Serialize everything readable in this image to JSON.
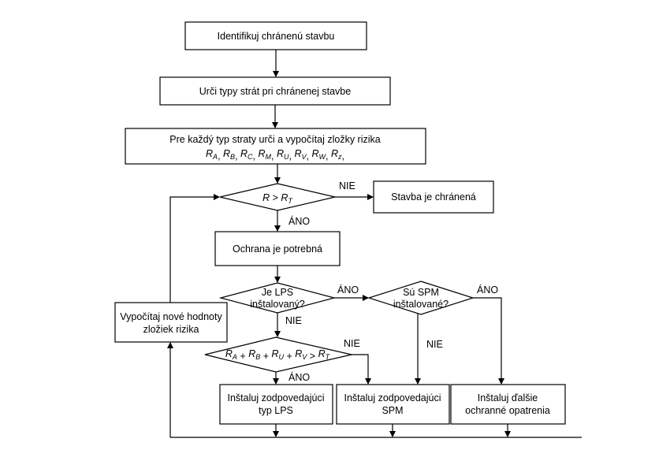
{
  "steps": {
    "identify": "Identifikuj chránenú stavbu",
    "loss_types": "Urči typy strát pri chránenej stavbe",
    "risk_line1": "Pre každý typ straty urči a vypočítaj zložky rizika",
    "risk_line2": [
      {
        "base": "R",
        "sub": "A",
        "tail": ", "
      },
      {
        "base": "R",
        "sub": "B",
        "tail": ", "
      },
      {
        "base": "R",
        "sub": "C",
        "tail": ", "
      },
      {
        "base": "R",
        "sub": "M",
        "tail": ", "
      },
      {
        "base": "R",
        "sub": "U",
        "tail": ", "
      },
      {
        "base": "R",
        "sub": "V",
        "tail": ", "
      },
      {
        "base": "R",
        "sub": "W",
        "tail": ", "
      },
      {
        "base": "R",
        "sub": "z",
        "tail": ","
      }
    ],
    "protected": "Stavba je chránená",
    "protection_needed": "Ochrana je potrebná",
    "recompute_line1": "Vypočítaj nové hodnoty",
    "recompute_line2": "zložiek rizika",
    "install_lps_line1": "Inštaluj zodpovedajúci",
    "install_lps_line2": "typ LPS",
    "install_spm_line1": "Inštaluj zodpovedajúci",
    "install_spm_line2": "SPM",
    "install_other_line1": "Inštaluj ďalšie",
    "install_other_line2": "ochranné opatrenia"
  },
  "decisions": {
    "risk_compare": {
      "left": "R",
      "op": " > ",
      "right": "R",
      "right_sub": "T"
    },
    "lps_line1": "Je LPS",
    "lps_line2": "inštalovaný?",
    "spm_line1": "Sú SPM",
    "spm_line2": "inštalované?",
    "sum_terms": [
      {
        "base": "R",
        "sub": "A",
        "tail": " + "
      },
      {
        "base": "R",
        "sub": "B",
        "tail": " + "
      },
      {
        "base": "R",
        "sub": "U",
        "tail": " + "
      },
      {
        "base": "R",
        "sub": "V",
        "tail": " > "
      },
      {
        "base": "R",
        "sub": "T",
        "tail": ""
      }
    ]
  },
  "labels": {
    "no_risk": "NIE",
    "yes_risk": "ÁNO",
    "yes_lps": "ÁNO",
    "no_lps": "NIE",
    "yes_spm": "ÁNO",
    "no_spm": "NIE",
    "no_sum": "NIE",
    "yes_sum": "ÁNO"
  }
}
